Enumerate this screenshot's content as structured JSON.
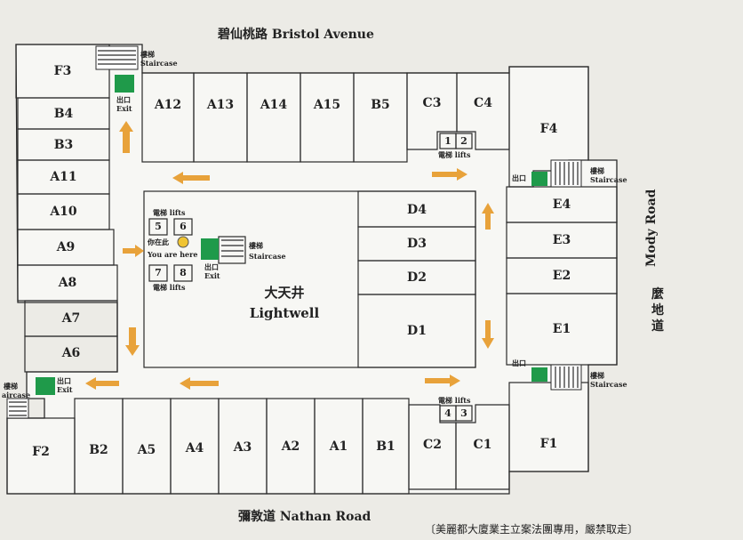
{
  "roads": {
    "top": "碧仙桃路  Bristol Avenue",
    "bottom": "彌敦道  Nathan Road",
    "right_en": "Mody Road",
    "right_zh": "麼地道"
  },
  "lightwell": {
    "zh": "大天井",
    "en": "Lightwell"
  },
  "you_are_here": {
    "zh": "你在此",
    "en": "You are here"
  },
  "labels": {
    "lifts": "電梯 lifts",
    "staircase_zh": "樓梯",
    "staircase_en": "Staircase",
    "staircase_partial": "aircase",
    "exit_zh": "出口",
    "exit_en": "Exit"
  },
  "shops": {
    "left_column": [
      "F3",
      "B4",
      "B3",
      "A11",
      "A10",
      "A9",
      "A8",
      "A7",
      "A6"
    ],
    "top_row": [
      "A12",
      "A13",
      "A14",
      "A15",
      "B5",
      "C3",
      "C4"
    ],
    "top_right": "F4",
    "right_column": [
      "E4",
      "E3",
      "E2",
      "E1"
    ],
    "center": [
      "D4",
      "D3",
      "D2",
      "D1"
    ],
    "bottom_row": [
      "F2",
      "B2",
      "A5",
      "A4",
      "A3",
      "A2",
      "A1",
      "B1",
      "C2",
      "C1",
      "F1"
    ]
  },
  "lift_numbers": [
    "1",
    "2",
    "3",
    "4",
    "5",
    "6",
    "7",
    "8"
  ],
  "footer_note": "〔美麗都大廈業主立案法團專用，嚴禁取走〕",
  "colors": {
    "arrow": "#e8a23a",
    "exit": "#1f9a4a",
    "line": "#2a2a2a"
  }
}
